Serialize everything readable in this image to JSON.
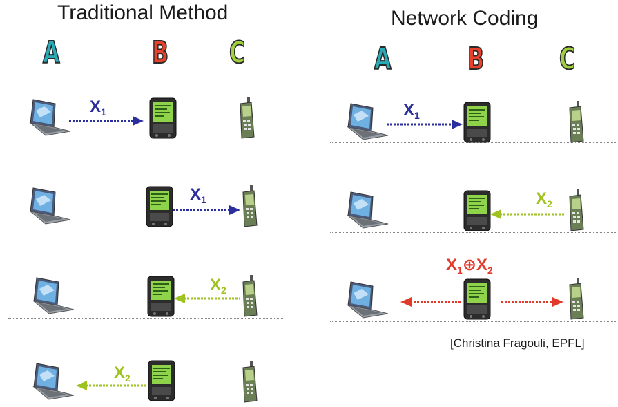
{
  "left_panel": {
    "title": "Traditional Method",
    "nodes": [
      "A",
      "B",
      "C"
    ],
    "steps": [
      {
        "packet": "X",
        "sub": "1",
        "color": "#2b2f9e"
      },
      {
        "packet": "X",
        "sub": "1",
        "color": "#2b2f9e"
      },
      {
        "packet": "X",
        "sub": "2",
        "color": "#9ec21f"
      },
      {
        "packet": "X",
        "sub": "2",
        "color": "#9ec21f"
      }
    ]
  },
  "right_panel": {
    "title": "Network Coding",
    "nodes": [
      "A",
      "B",
      "C"
    ],
    "steps": [
      {
        "packet": "X",
        "sub": "1",
        "color": "#2b2f9e"
      },
      {
        "packet": "X",
        "sub": "2",
        "color": "#9ec21f"
      },
      {
        "packet_a": "X",
        "sub_a": "1",
        "op": "⊕",
        "packet_b": "X",
        "sub_b": "2",
        "color": "#e23a2a"
      }
    ]
  },
  "citation": "[Christina Fragouli, EPFL]",
  "colors": {
    "node_a": "#2aa9b7",
    "node_b": "#e8412c",
    "node_c": "#9fcf3c",
    "x1": "#2b2f9e",
    "x2": "#9ec21f",
    "coded": "#e23a2a"
  },
  "icons": {
    "node_a_device": "laptop-icon",
    "node_b_device": "pda-icon",
    "node_c_device": "phone-icon"
  }
}
